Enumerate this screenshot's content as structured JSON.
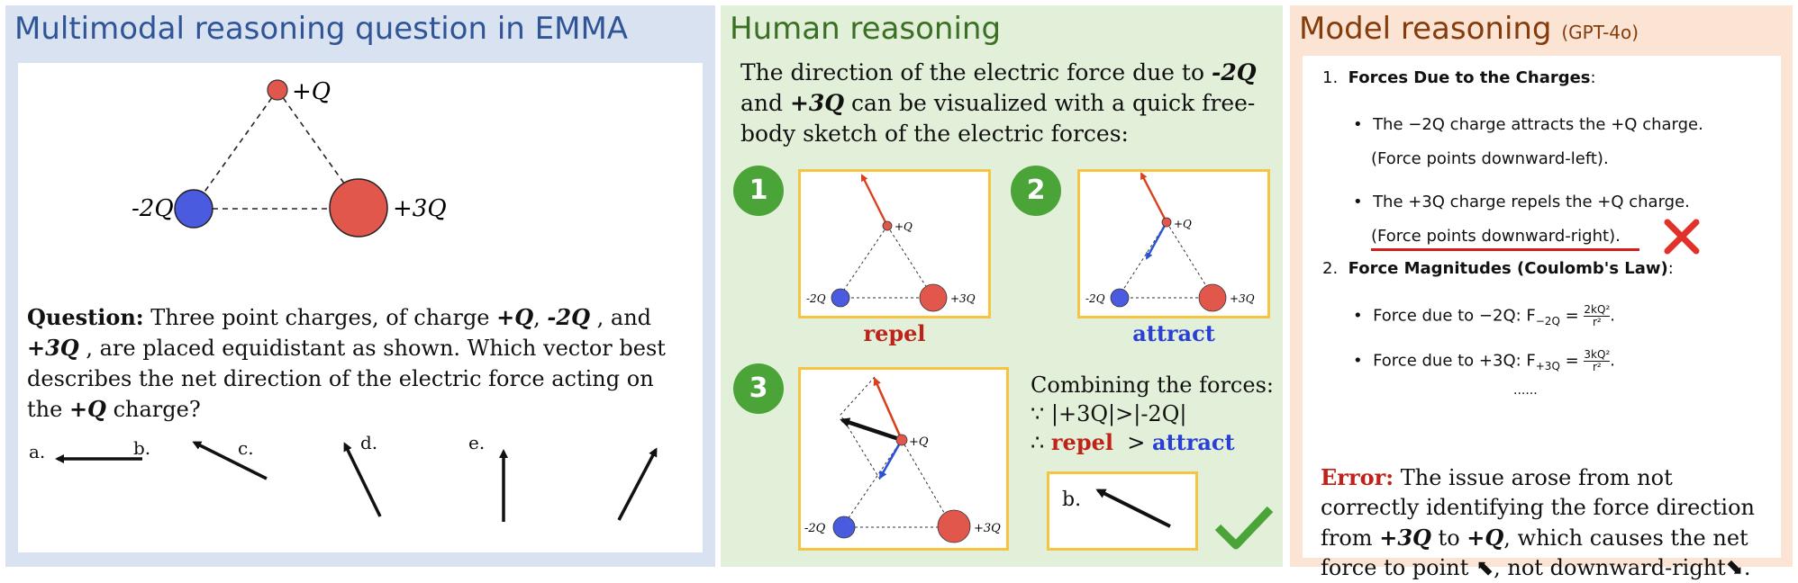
{
  "panel1": {
    "title": "Multimodal  reasoning question  in EMMA",
    "diagram": {
      "top_label": "+Q",
      "left_label": "-2Q",
      "right_label": "+3Q"
    },
    "question": {
      "lead": "Question:",
      "t1": " Three point charges, of charge ",
      "c1": "+Q",
      "t2": ", ",
      "c2": "-2Q",
      "t3": " , and ",
      "c3": "+3Q",
      "t4": " , are placed equidistant as shown. Which vector best describes the net direction of the electric force acting on the ",
      "c4": "+Q",
      "t5": "  charge?"
    },
    "options": [
      "a.",
      "b.",
      "c.",
      "d.",
      "e."
    ]
  },
  "panel2": {
    "title": "Human reasoning",
    "intro": {
      "t1": "The direction of the electric force due to ",
      "c1": "-2Q",
      "t2": " and ",
      "c2": "+3Q",
      "t3": " can be visualized with a quick free-body sketch of the electric forces:"
    },
    "badges": [
      "1",
      "2",
      "3"
    ],
    "box_labels": {
      "q": "+Q",
      "neg": "-2Q",
      "pos": "+3Q"
    },
    "captions": {
      "repel": "repel",
      "attract": "attract"
    },
    "combine": {
      "line1": "Combining the forces:",
      "because": "∵ |+3Q|>|-2Q|",
      "therefore": "∴ ",
      "repel": "repel",
      "gt": "  > ",
      "attract": "attract"
    },
    "answer_label": "b."
  },
  "panel3": {
    "title": "Model reasoning",
    "model": "(GPT-4o)",
    "item1": {
      "num": "1.",
      "title": "Forces Due to the Charges",
      "colon": ":"
    },
    "bullet1": {
      "line1": "The −2Q charge attracts the +Q charge.",
      "line2": "(Force points downward-left)."
    },
    "bullet2": {
      "line1": "The +3Q charge repels the +Q charge.",
      "line2": "(Force points downward-right)."
    },
    "item2": {
      "num": "2.",
      "title": "Force Magnitudes (Coulomb's Law)",
      "colon": ":"
    },
    "bullet3": {
      "text": "Force due to −2Q: F",
      "sub": "−2Q",
      "eq": " = ",
      "num": "2kQ²",
      "den": "r²",
      "end": "."
    },
    "bullet4": {
      "text": "Force due to +3Q: F",
      "sub": "+3Q",
      "eq": " = ",
      "num": "3kQ²",
      "den": "r²",
      "end": "."
    },
    "ellipsis": "......",
    "error": {
      "label": "Error:",
      "t1": " The issue arose from not correctly identifying the force  direction from ",
      "c1": "+3Q",
      "t2": " to ",
      "c2": "+Q",
      "t3": ", which causes the net force to point ",
      "a1": "⬉",
      "t4": ", not downward-right",
      "a2": "⬊",
      "t5": "."
    }
  },
  "colors": {
    "positive_charge": "#e2574c",
    "negative_charge": "#4a5be0",
    "repel_arrow": "#d9401e",
    "attract_arrow": "#2a52d6",
    "error_red": "#c0221a",
    "check_green": "#4aa438",
    "box_border": "#f6c342"
  }
}
